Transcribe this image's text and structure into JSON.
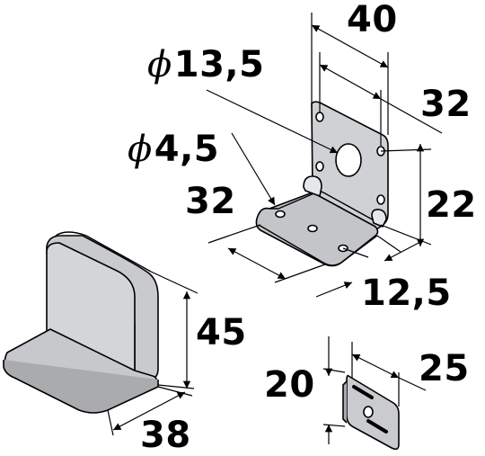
{
  "colors": {
    "part_fill": "#cfd1d4",
    "part_shade": "#bfc1c4",
    "part_dark": "#a9abae",
    "line": "#000000",
    "background": "#ffffff"
  },
  "dimensions": {
    "bracket_width_overall": "40",
    "hole_spacing_top": "32",
    "large_hole_diameter": "13,5",
    "small_hole_diameter": "4,5",
    "bracket_depth": "32",
    "vertical_hole_offset": "22",
    "base_slot_offset": "12,5",
    "block_height": "45",
    "block_depth": "38",
    "plate_height": "20",
    "plate_width": "25"
  },
  "symbols": {
    "diameter": "ϕ",
    "diameter_icon": "diameter-symbol-icon"
  }
}
